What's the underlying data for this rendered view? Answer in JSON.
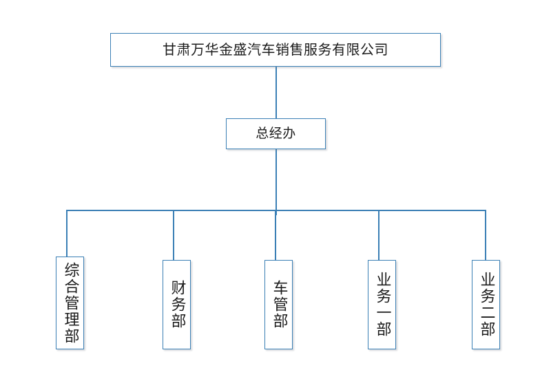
{
  "chart": {
    "type": "org-chart",
    "background_color": "#ffffff",
    "line_color": "#3a7fb5",
    "box_border_color": "#3a7fb5",
    "box_fill_color": "#ffffff",
    "text_color": "#1b1b1b",
    "levels": 3
  },
  "root": {
    "label": "甘肃万华金盛汽车销售服务有限公司",
    "orientation": "horizontal"
  },
  "management": {
    "label": "总经办",
    "orientation": "horizontal"
  },
  "departments": [
    {
      "label": "综合管理部",
      "orientation": "vertical"
    },
    {
      "label": "财务部",
      "orientation": "vertical"
    },
    {
      "label": "车管部",
      "orientation": "vertical"
    },
    {
      "label": "业务一部",
      "orientation": "vertical"
    },
    {
      "label": "业务二部",
      "orientation": "vertical"
    }
  ]
}
